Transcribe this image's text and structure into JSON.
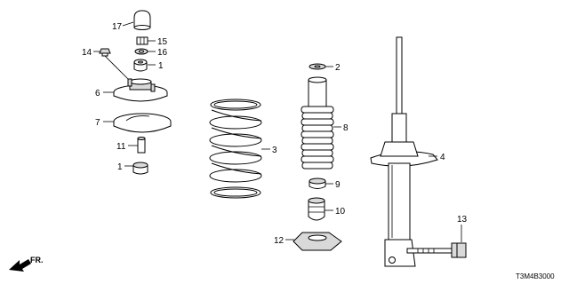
{
  "callouts": {
    "c17": "17",
    "c15": "15",
    "c16": "16",
    "c14": "14",
    "c1a": "1",
    "c1b": "1",
    "c6": "6",
    "c7": "7",
    "c11": "11",
    "c2": "2",
    "c8": "8",
    "c3": "3",
    "c9": "9",
    "c10": "10",
    "c12": "12",
    "c4": "4",
    "c13": "13"
  },
  "direction_label": "FR.",
  "diagram_code": "T3M4B3000"
}
